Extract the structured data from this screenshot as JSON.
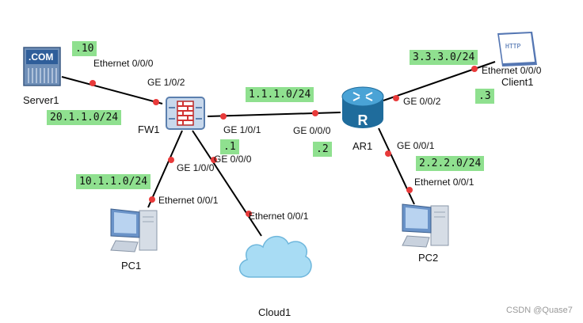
{
  "devices": {
    "server1": "Server1",
    "fw1": "FW1",
    "ar1": "AR1",
    "client1": "Client1",
    "pc1": "PC1",
    "pc2": "PC2",
    "cloud1": "Cloud1"
  },
  "icon_text": {
    "server_badge": ".COM",
    "client_badge": "HTTP"
  },
  "networks": {
    "server_net": "20.1.1.0/24",
    "fw_ar_net": "1.1.1.0/24",
    "pc1_net": "10.1.1.0/24",
    "client_net": "3.3.3.0/24",
    "pc2_net": "2.2.2.0/24"
  },
  "host_ids": {
    "server_host": ".10",
    "fw_host": ".1",
    "ar_host": ".2",
    "client_host": ".3"
  },
  "interfaces": {
    "server1_eth": "Ethernet 0/0/0",
    "fw1_ge102": "GE 1/0/2",
    "fw1_ge101": "GE 1/0/1",
    "fw1_ge100": "GE 1/0/0",
    "fw1_ge000": "GE 0/0/0",
    "ar1_ge000": "GE 0/0/0",
    "ar1_ge002": "GE 0/0/2",
    "ar1_ge001": "GE 0/0/1",
    "client1_eth": "Ethernet 0/0/0",
    "pc1_eth": "Ethernet 0/0/1",
    "pc2_eth": "Ethernet 0/0/1",
    "cloud1_eth": "Ethernet 0/0/1"
  },
  "watermark": "CSDN @Quase7",
  "colors": {
    "link": "#000000",
    "port_dot": "#e83a3a",
    "label_bg": "#8fe08f",
    "router": "#2a7fb0",
    "firewall": "#c8d8ec",
    "cloud": "#a8dcf4"
  }
}
